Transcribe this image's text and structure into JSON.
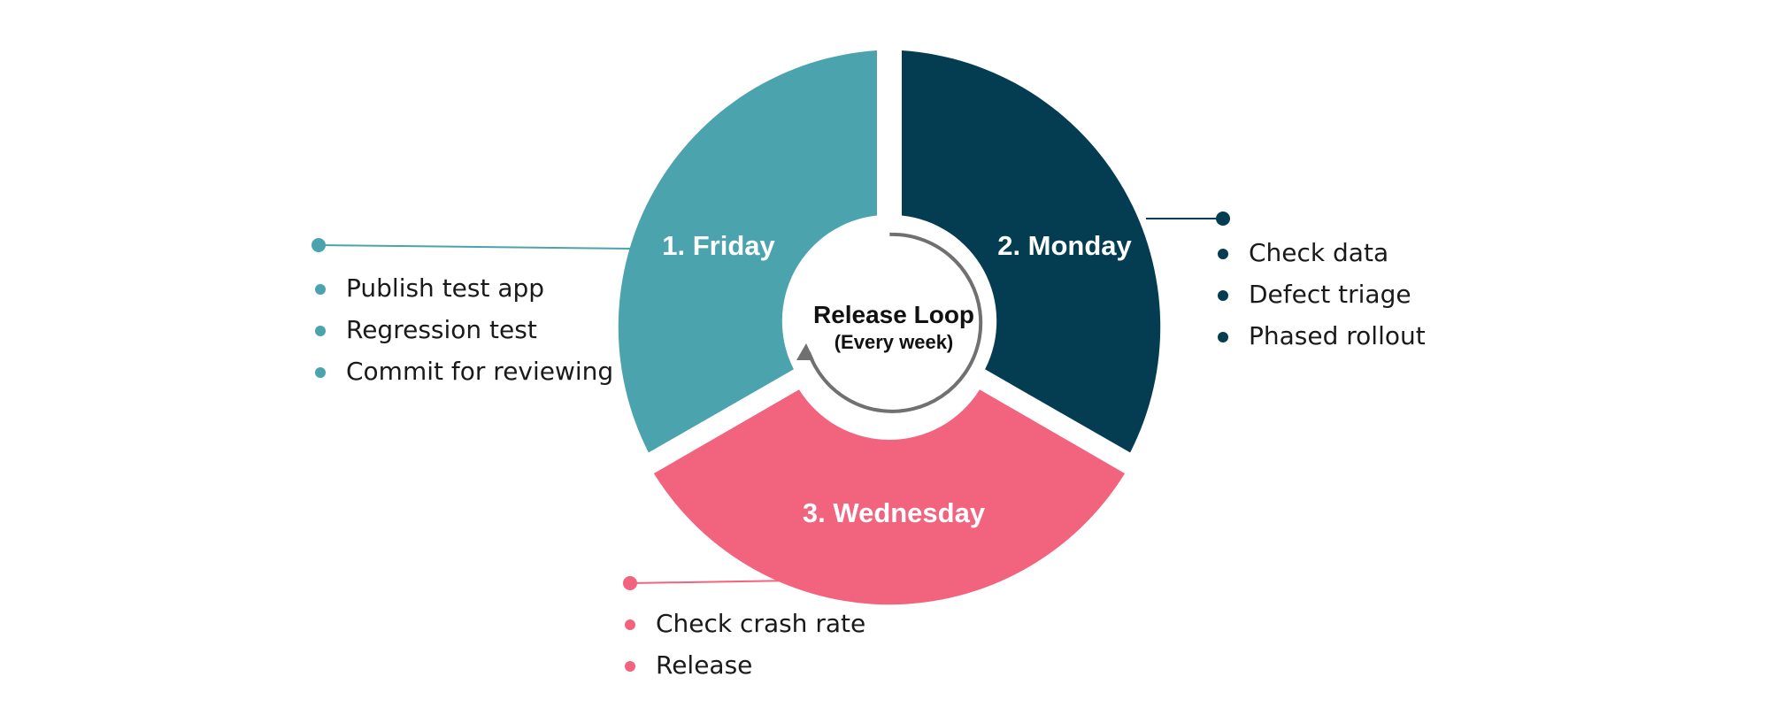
{
  "center": {
    "title": "Release Loop",
    "subtitle": "(Every week)"
  },
  "colors": {
    "friday": "#4aa3ad",
    "monday": "#043d51",
    "wednesday": "#f2637e",
    "loop_arrow": "#707070"
  },
  "segments": [
    {
      "key": "friday",
      "label": "1. Friday",
      "items": [
        "Publish test app",
        "Regression test",
        "Commit for reviewing"
      ]
    },
    {
      "key": "monday",
      "label": "2. Monday",
      "items": [
        "Check data",
        "Defect triage",
        "Phased rollout"
      ]
    },
    {
      "key": "wednesday",
      "label": "3. Wednesday",
      "items": [
        "Check crash rate",
        "Release"
      ]
    }
  ]
}
